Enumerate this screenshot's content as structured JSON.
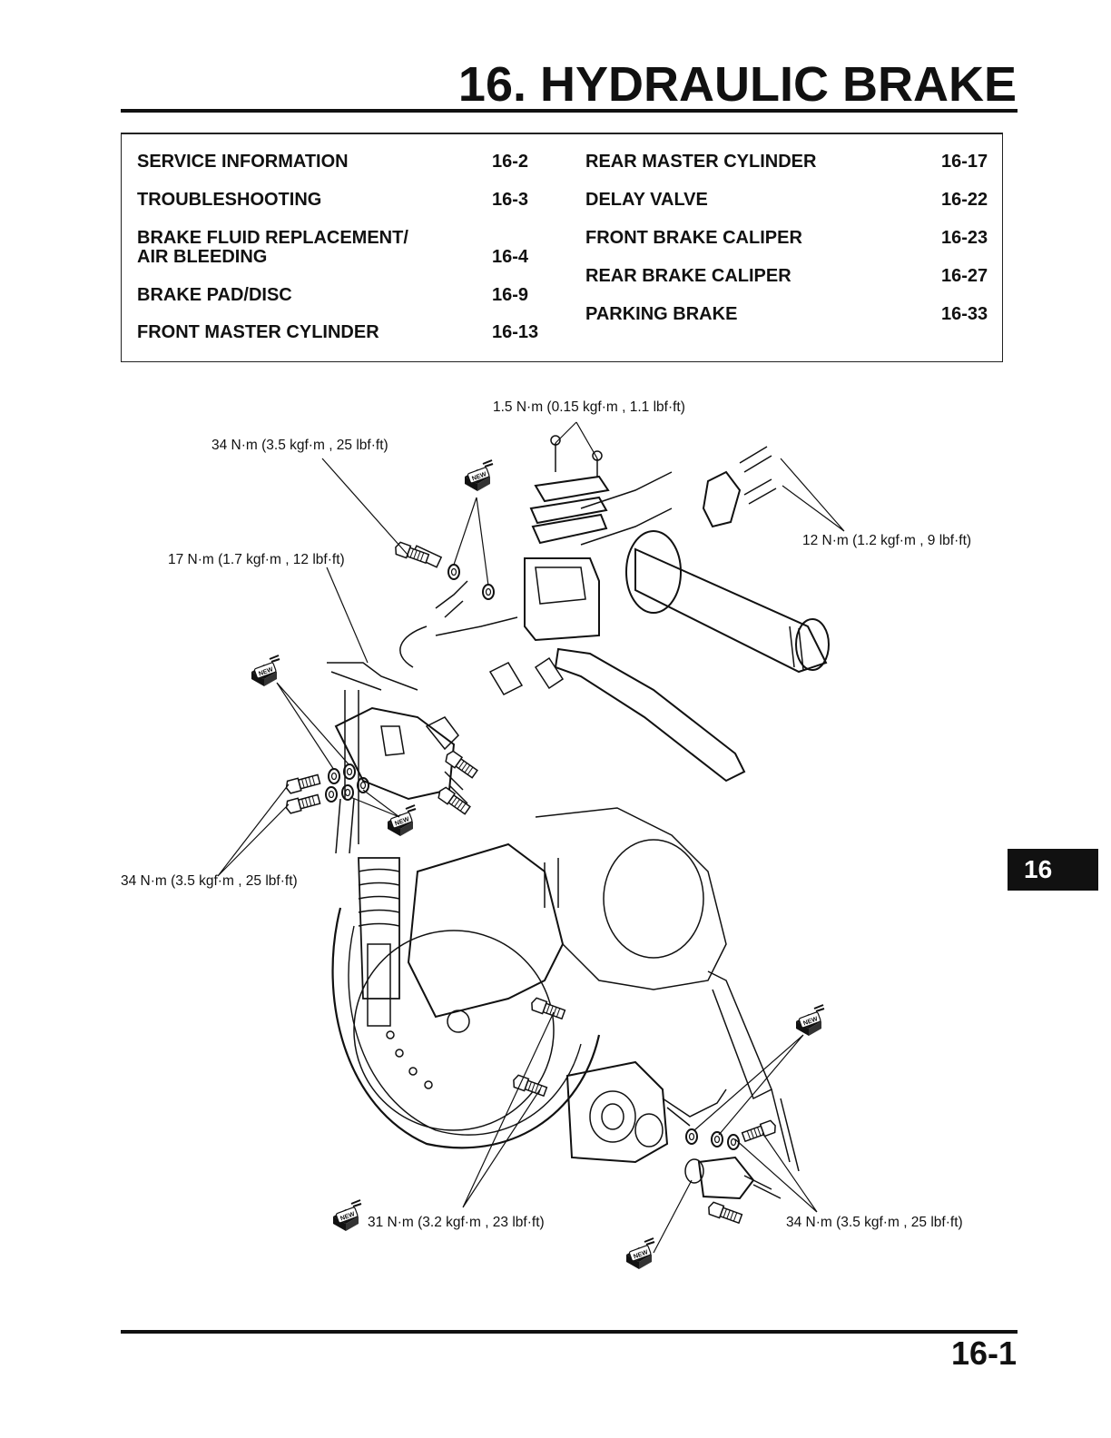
{
  "header": {
    "title": "16. HYDRAULIC BRAKE"
  },
  "toc": {
    "left": [
      {
        "label": "SERVICE INFORMATION",
        "page": "16-2"
      },
      {
        "label": "TROUBLESHOOTING",
        "page": "16-3"
      },
      {
        "label": "BRAKE FLUID REPLACEMENT/",
        "label2": "AIR BLEEDING",
        "page": "16-4"
      },
      {
        "label": "BRAKE PAD/DISC",
        "page": "16-9"
      },
      {
        "label": "FRONT MASTER CYLINDER",
        "page": "16-13"
      }
    ],
    "right": [
      {
        "label": "REAR MASTER CYLINDER",
        "page": "16-17"
      },
      {
        "label": "DELAY VALVE",
        "page": "16-22"
      },
      {
        "label": "FRONT BRAKE CALIPER",
        "page": "16-23"
      },
      {
        "label": "REAR BRAKE CALIPER",
        "page": "16-27"
      },
      {
        "label": "PARKING BRAKE",
        "page": "16-33"
      }
    ]
  },
  "diagram": {
    "labels": {
      "torque_1_5": "1.5 N·m (0.15 kgf·m , 1.1 lbf·ft)",
      "torque_34_top": "34 N·m (3.5 kgf·m , 25 lbf·ft)",
      "torque_17": "17 N·m (1.7 kgf·m , 12 lbf·ft)",
      "torque_12": "12 N·m (1.2 kgf·m , 9 lbf·ft)",
      "torque_34_left": "34 N·m (3.5 kgf·m , 25 lbf·ft)",
      "torque_31": "31 N·m (3.2 kgf·m , 23 lbf·ft)",
      "torque_34_bottom": "34 N·m (3.5 kgf·m , 25 lbf·ft)"
    },
    "new_badge": "NEW",
    "icons": [
      "new-part-icon"
    ]
  },
  "section_tab": "16",
  "footer": {
    "page_number": "16-1"
  }
}
